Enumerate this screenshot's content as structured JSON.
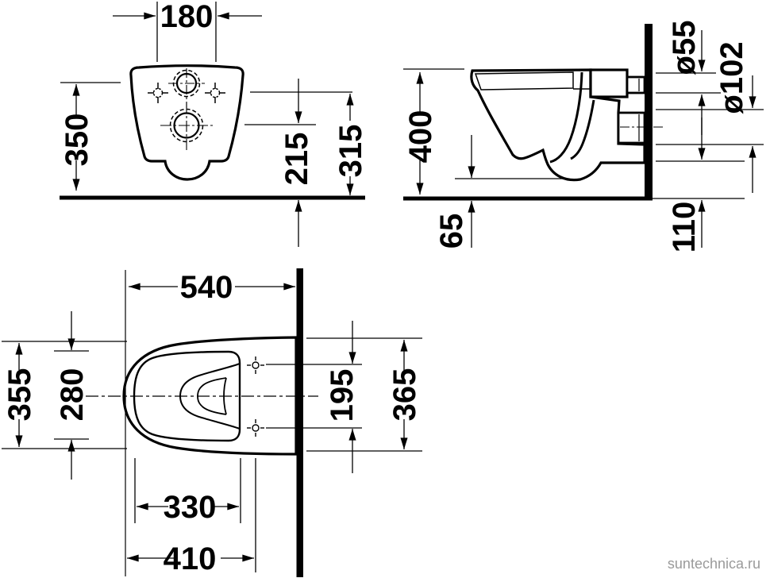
{
  "drawing": {
    "type": "technical-dimension-drawing",
    "subject": "wall-hung toilet, three orthographic views (front, side, plan)"
  },
  "dims": {
    "front": {
      "holes_spacing": "180",
      "height": "350",
      "outlet_center_height": "215",
      "holes_height": "315"
    },
    "side": {
      "total_height": "400",
      "inlet_diameter": "ø55",
      "outlet_diameter": "ø102",
      "underside_clearance": "65",
      "outlet_support_height": "110"
    },
    "plan": {
      "depth": "540",
      "body_width": "355",
      "inner_width": "280",
      "holes_spacing": "195",
      "rear_width": "365",
      "inner_length": "330",
      "holes_from_front": "410"
    }
  },
  "watermark": {
    "text": "suntechnica.ru"
  }
}
